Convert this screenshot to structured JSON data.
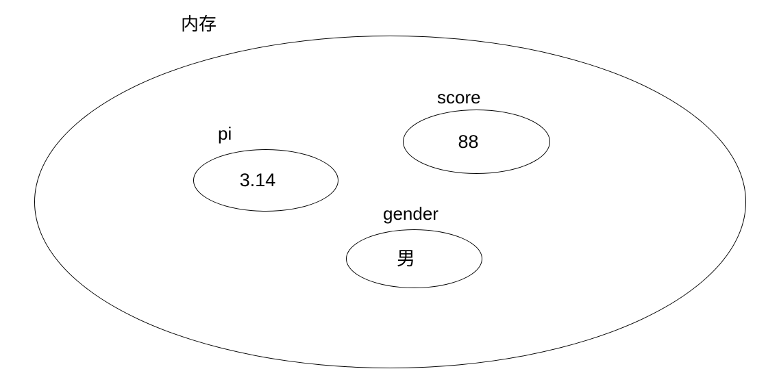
{
  "diagram": {
    "memory": {
      "label": "内存"
    },
    "variables": [
      {
        "name": "pi",
        "value": "3.14"
      },
      {
        "name": "score",
        "value": "88"
      },
      {
        "name": "gender",
        "value": "男"
      }
    ]
  }
}
